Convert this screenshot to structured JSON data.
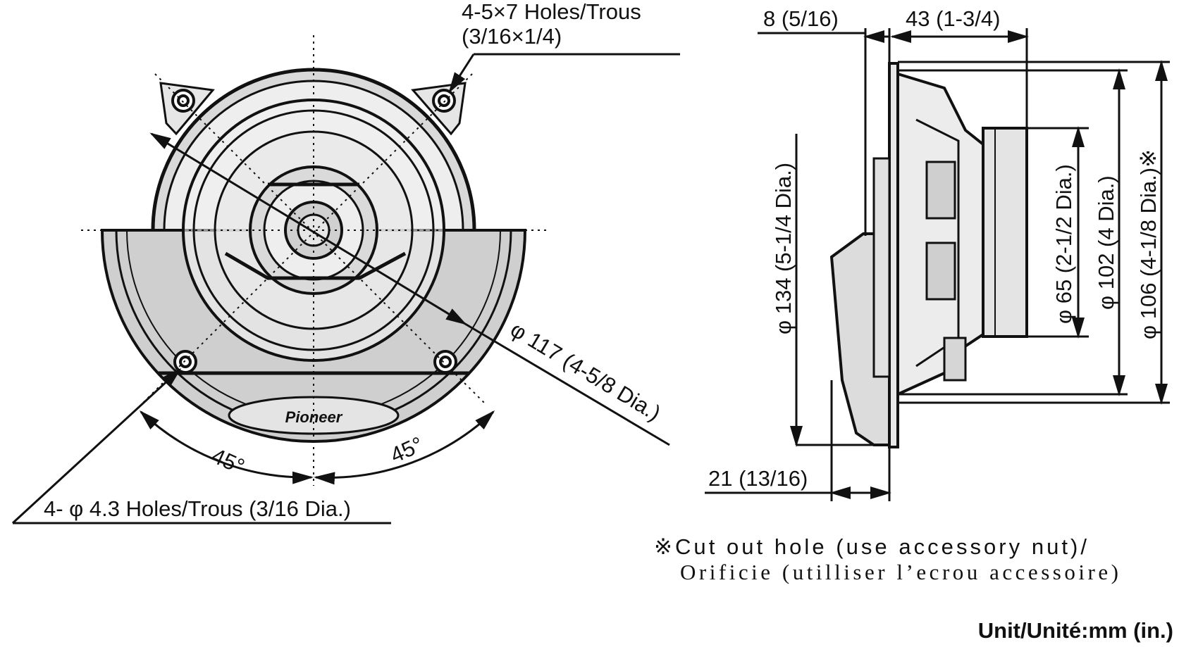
{
  "front_view": {
    "slot_holes_label_1": "4-5×7 Holes/Trous",
    "slot_holes_label_2": "(3/16×1/4)",
    "diameter_117_label": "φ 117 (4-5/8 Dia.)",
    "mount_holes_label": "4- φ 4.3 Holes/Trous (3/16 Dia.)",
    "angle_left": "45°",
    "angle_right": "45°",
    "brand_mark": "Pioneer"
  },
  "side_view": {
    "dim_8": "8 (5/16)",
    "dim_43": "43 (1-3/4)",
    "dim_134": "φ 134 (5-1/4 Dia.)",
    "dim_65": "φ 65 (2-1/2 Dia.)",
    "dim_102": "φ 102 (4 Dia.)",
    "dim_106": "φ 106 (4-1/8 Dia.)※",
    "dim_21": "21 (13/16)"
  },
  "note": {
    "line_1": "※Cut out hole (use accessory nut)/",
    "line_2": "Orificie (utilliser l’ecrou accessoire)"
  },
  "unit_label": "Unit/Unité:mm (in.)"
}
